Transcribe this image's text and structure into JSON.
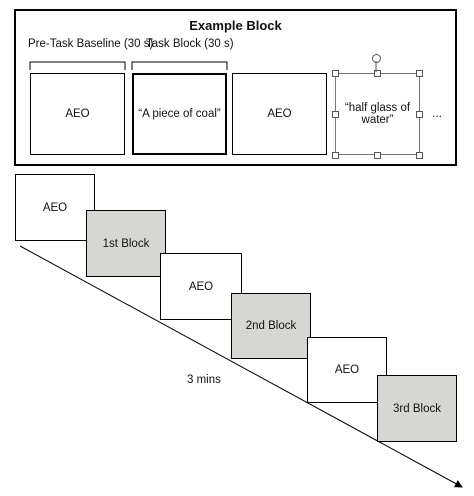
{
  "example_block": {
    "title": "Example Block",
    "baseline_label": "Pre-Task Baseline (30 s)",
    "task_label": "Task Block (30 s)",
    "boxes": [
      "AEO",
      "“A piece of coal”",
      "AEO",
      "“half glass of water”"
    ],
    "ellipsis": "..."
  },
  "timeline": {
    "blocks": [
      "AEO",
      "1st Block",
      "AEO",
      "2nd Block",
      "AEO",
      "3rd Block"
    ],
    "duration_label": "3 mins"
  },
  "colors": {
    "task_fill": "#d6d6d2",
    "aeo_fill": "#ffffff"
  }
}
